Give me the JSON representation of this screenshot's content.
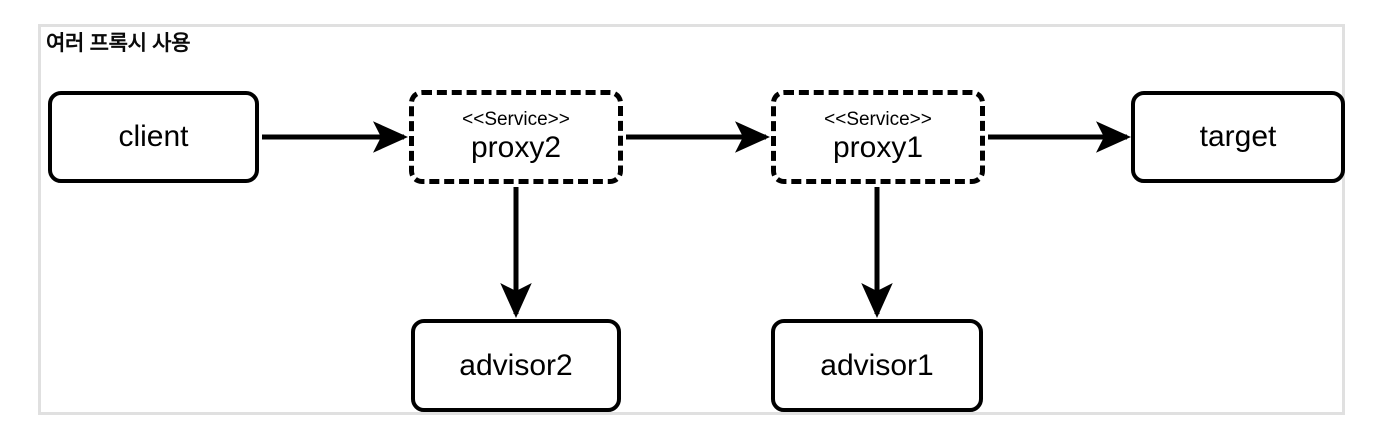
{
  "diagram": {
    "caption": "여러 프록시 사용",
    "type": "uml-object-flow",
    "nodes": [
      {
        "id": "client",
        "label": "client",
        "stereotype": "",
        "style": "solid-rounded"
      },
      {
        "id": "proxy2",
        "label": "proxy2",
        "stereotype": "<<Service>>",
        "style": "dashed-rounded"
      },
      {
        "id": "proxy1",
        "label": "proxy1",
        "stereotype": "<<Service>>",
        "style": "dashed-rounded"
      },
      {
        "id": "target",
        "label": "target",
        "stereotype": "",
        "style": "solid-rounded"
      },
      {
        "id": "advisor2",
        "label": "advisor2",
        "stereotype": "",
        "style": "solid-rounded"
      },
      {
        "id": "advisor1",
        "label": "advisor1",
        "stereotype": "",
        "style": "solid-rounded"
      }
    ],
    "edges": [
      {
        "from": "client",
        "to": "proxy2",
        "direction": "right"
      },
      {
        "from": "proxy2",
        "to": "proxy1",
        "direction": "right"
      },
      {
        "from": "proxy1",
        "to": "target",
        "direction": "right"
      },
      {
        "from": "proxy2",
        "to": "advisor2",
        "direction": "down"
      },
      {
        "from": "proxy1",
        "to": "advisor1",
        "direction": "down"
      }
    ],
    "colors": {
      "stroke": "#000000",
      "panel_border": "#e0e0e0",
      "background": "#ffffff"
    }
  }
}
